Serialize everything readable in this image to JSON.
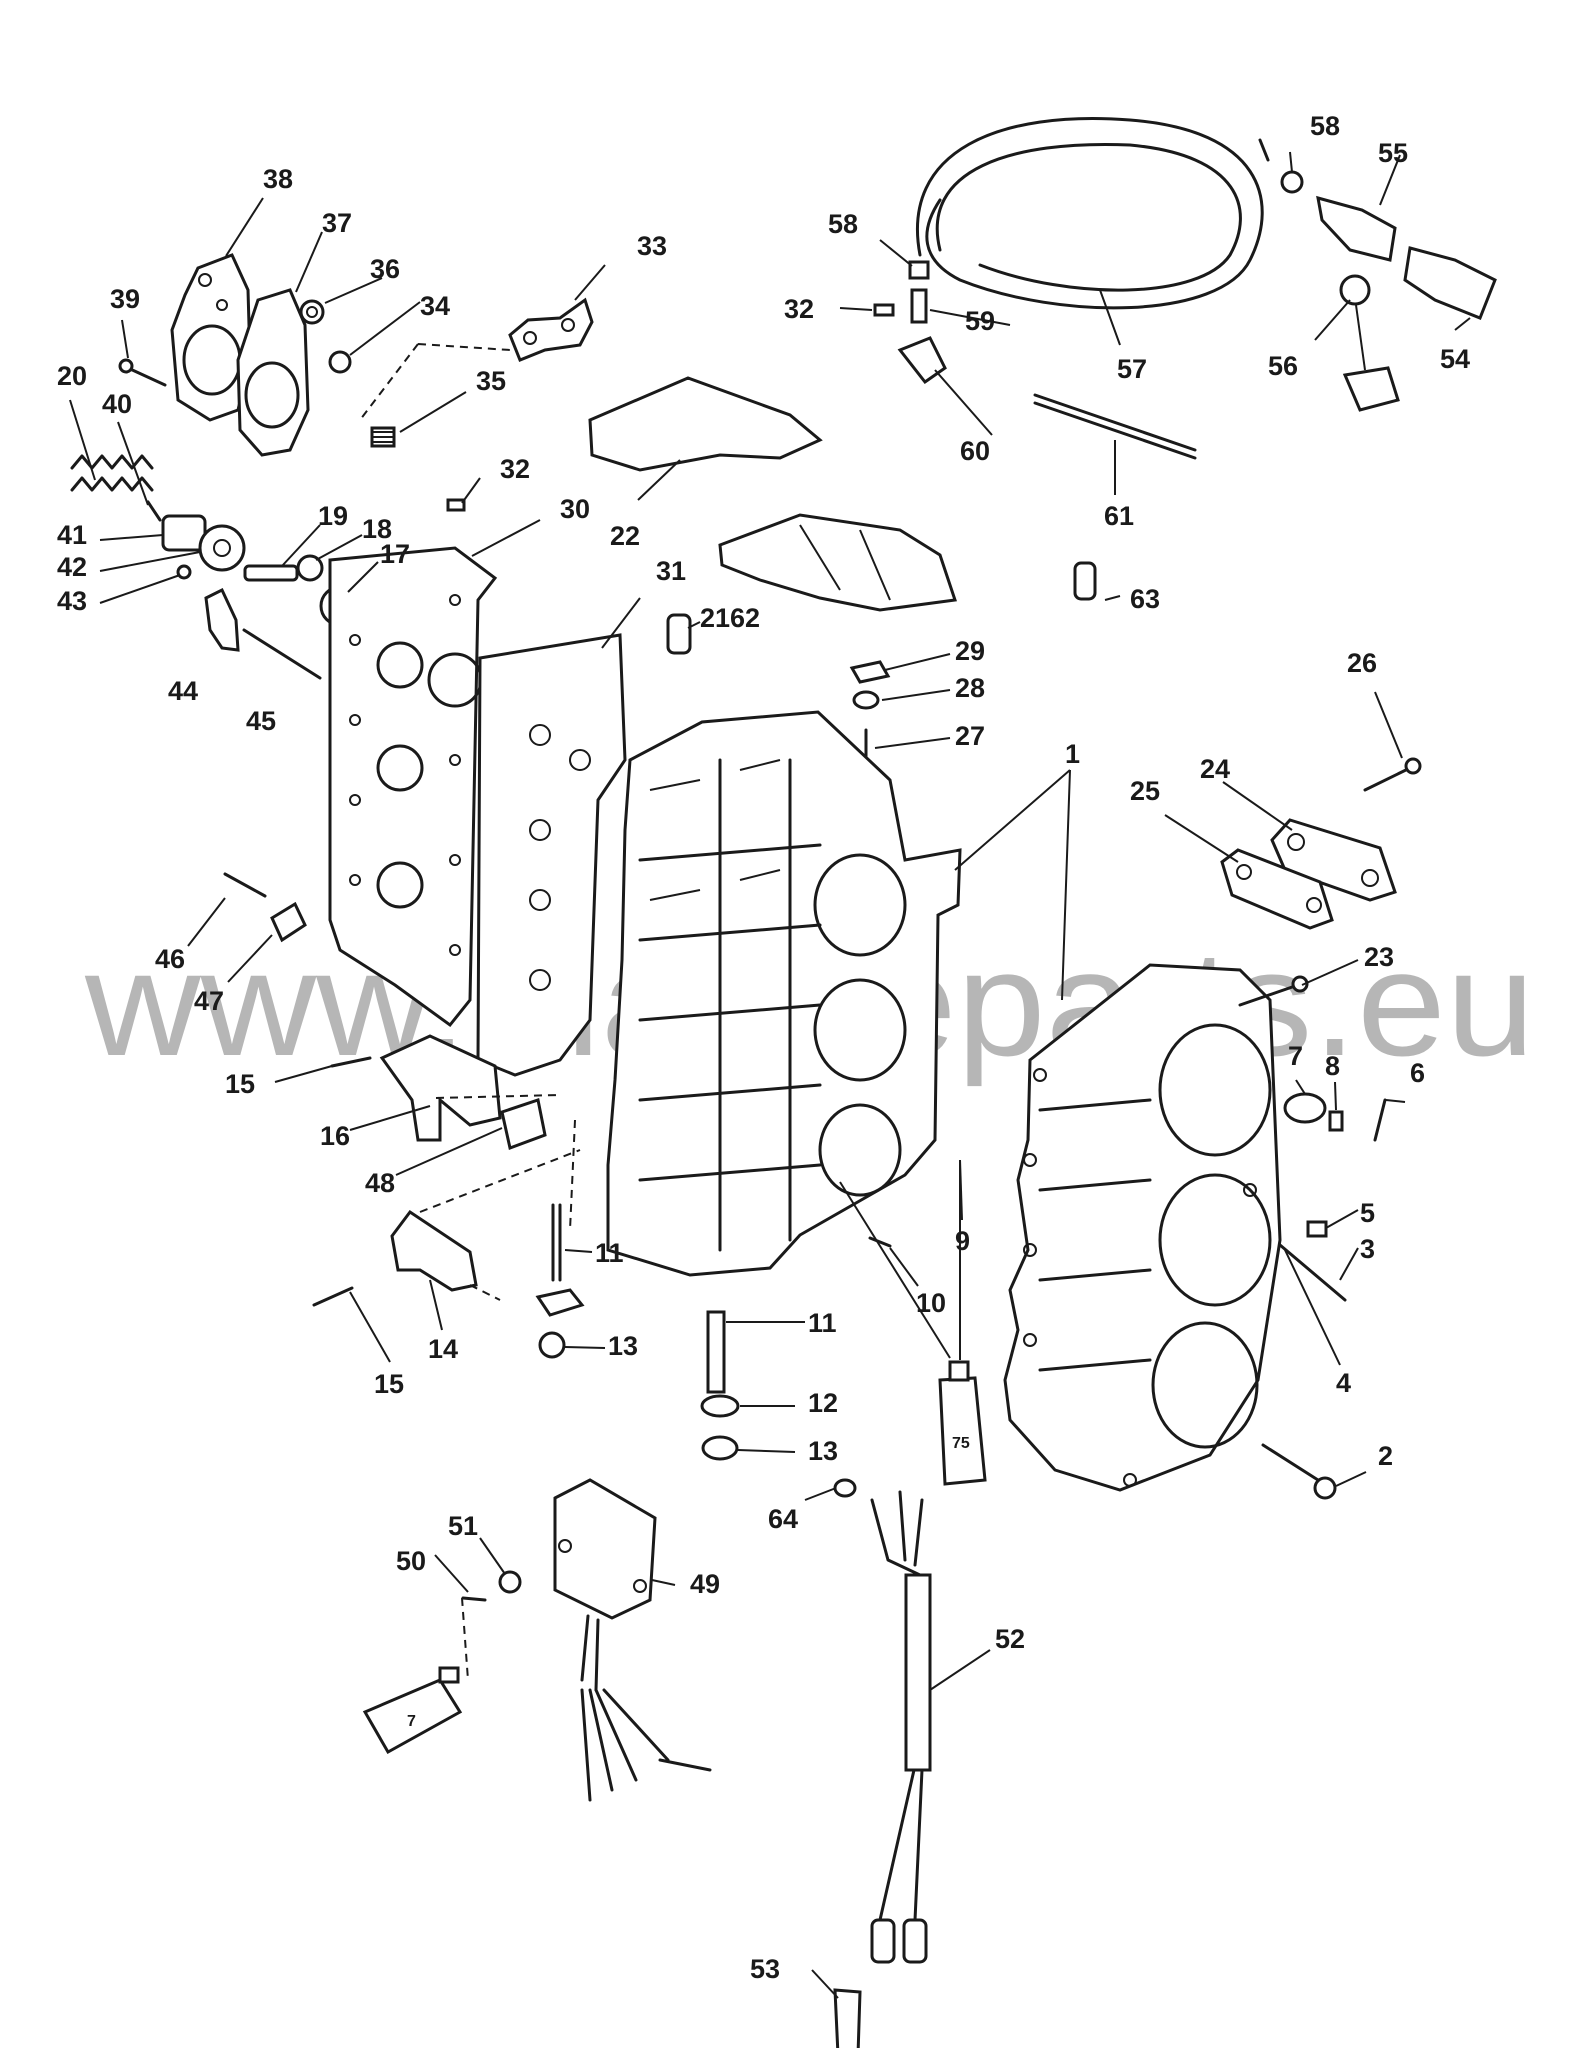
{
  "watermark": "www.marineparts.eu",
  "tube_labels": {
    "sealant_75": "75",
    "sealant_7": "7"
  },
  "callouts": [
    {
      "id": "c38",
      "label": "38"
    },
    {
      "id": "c37",
      "label": "37"
    },
    {
      "id": "c36",
      "label": "36"
    },
    {
      "id": "c34",
      "label": "34"
    },
    {
      "id": "c33",
      "label": "33"
    },
    {
      "id": "c39",
      "label": "39"
    },
    {
      "id": "c20",
      "label": "20"
    },
    {
      "id": "c40",
      "label": "40"
    },
    {
      "id": "c35",
      "label": "35"
    },
    {
      "id": "c32a",
      "label": "32"
    },
    {
      "id": "c41",
      "label": "41"
    },
    {
      "id": "c42",
      "label": "42"
    },
    {
      "id": "c43",
      "label": "43"
    },
    {
      "id": "c19",
      "label": "19"
    },
    {
      "id": "c18",
      "label": "18"
    },
    {
      "id": "c17",
      "label": "17"
    },
    {
      "id": "c30",
      "label": "30"
    },
    {
      "id": "c22",
      "label": "22"
    },
    {
      "id": "c44",
      "label": "44"
    },
    {
      "id": "c45",
      "label": "45"
    },
    {
      "id": "c31",
      "label": "31"
    },
    {
      "id": "c2162",
      "label": "2162"
    },
    {
      "id": "c58a",
      "label": "58"
    },
    {
      "id": "c58b",
      "label": "58"
    },
    {
      "id": "c55",
      "label": "55"
    },
    {
      "id": "c59",
      "label": "59"
    },
    {
      "id": "c32b",
      "label": "32"
    },
    {
      "id": "c60",
      "label": "60"
    },
    {
      "id": "c57",
      "label": "57"
    },
    {
      "id": "c56",
      "label": "56"
    },
    {
      "id": "c54",
      "label": "54"
    },
    {
      "id": "c61",
      "label": "61"
    },
    {
      "id": "c63",
      "label": "63"
    },
    {
      "id": "c29",
      "label": "29"
    },
    {
      "id": "c28",
      "label": "28"
    },
    {
      "id": "c27",
      "label": "27"
    },
    {
      "id": "c26",
      "label": "26"
    },
    {
      "id": "c1",
      "label": "1"
    },
    {
      "id": "c24",
      "label": "24"
    },
    {
      "id": "c25",
      "label": "25"
    },
    {
      "id": "c46",
      "label": "46"
    },
    {
      "id": "c47",
      "label": "47"
    },
    {
      "id": "c23",
      "label": "23"
    },
    {
      "id": "c7a",
      "label": "7"
    },
    {
      "id": "c8",
      "label": "8"
    },
    {
      "id": "c6",
      "label": "6"
    },
    {
      "id": "c15a",
      "label": "15"
    },
    {
      "id": "c16",
      "label": "16"
    },
    {
      "id": "c48",
      "label": "48"
    },
    {
      "id": "c9",
      "label": "9"
    },
    {
      "id": "c5",
      "label": "5"
    },
    {
      "id": "c3",
      "label": "3"
    },
    {
      "id": "c11a",
      "label": "11"
    },
    {
      "id": "c10",
      "label": "10"
    },
    {
      "id": "c4",
      "label": "4"
    },
    {
      "id": "c14",
      "label": "14"
    },
    {
      "id": "c15b",
      "label": "15"
    },
    {
      "id": "c13a",
      "label": "13"
    },
    {
      "id": "c11b",
      "label": "11"
    },
    {
      "id": "c12",
      "label": "12"
    },
    {
      "id": "c13b",
      "label": "13"
    },
    {
      "id": "c2",
      "label": "2"
    },
    {
      "id": "c64",
      "label": "64"
    },
    {
      "id": "c51",
      "label": "51"
    },
    {
      "id": "c50",
      "label": "50"
    },
    {
      "id": "c49",
      "label": "49"
    },
    {
      "id": "c52",
      "label": "52"
    },
    {
      "id": "c53",
      "label": "53"
    }
  ]
}
